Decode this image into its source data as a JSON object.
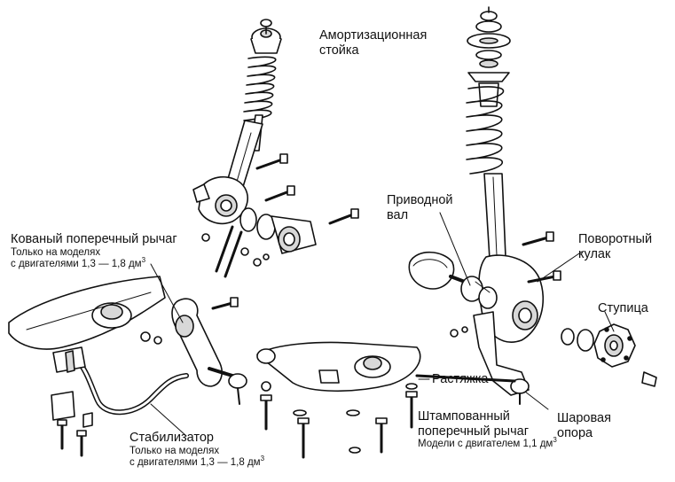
{
  "diagram": {
    "labels": {
      "strut": {
        "line1": "Амортизационная",
        "line2": "стойка"
      },
      "drive_shaft": {
        "line1": "Приводной",
        "line2": "вал"
      },
      "knuckle": {
        "line1": "Поворотный",
        "line2": "кулак"
      },
      "hub": "Ступица",
      "forged_arm": {
        "title": "Кованый поперечный рычаг",
        "note1": "Только на моделях",
        "note2": "с двигателями 1,3 — 1,8 дм",
        "note2_sup": "3"
      },
      "stabilizer": {
        "title": "Стабилизатор",
        "note1": "Только на моделях",
        "note2": "с двигателями 1,3 — 1,8 дм",
        "note2_sup": "3"
      },
      "tie_rod": "Растяжка",
      "stamped_arm": {
        "line1": "Штампованный",
        "line2": "поперечный рычаг",
        "note": "Модели с двигателем 1,1 дм",
        "note_sup": "3"
      },
      "ball_joint": {
        "line1": "Шаровая",
        "line2": "опора"
      }
    },
    "colors": {
      "ink": "#111111",
      "paper": "#ffffff",
      "shade": "#d8d8d8"
    }
  }
}
